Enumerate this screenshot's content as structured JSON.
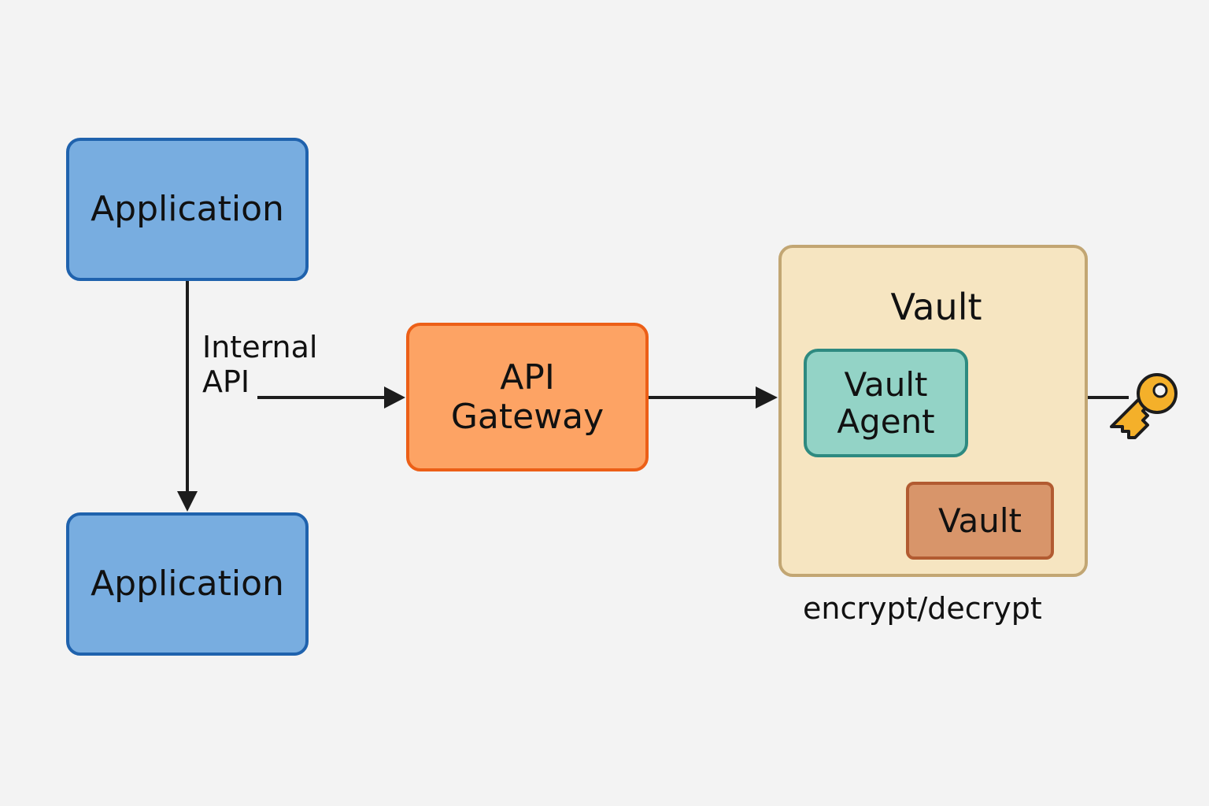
{
  "nodes": {
    "app_top": "Application",
    "app_bottom": "Application",
    "gateway_line1": "API",
    "gateway_line2": "Gateway",
    "vault_container_title": "Vault",
    "vault_agent_line1": "Vault",
    "vault_agent_line2": "Agent",
    "vault_inner": "Vault"
  },
  "labels": {
    "internal_api_line1": "Internal",
    "internal_api_line2": "API",
    "encrypt_decrypt": "encrypt/decrypt"
  },
  "icons": {
    "key": "key-icon"
  },
  "colors": {
    "background": "#f3f3f3",
    "application_fill": "#78ade0",
    "application_border": "#1f62ad",
    "gateway_fill": "#fda364",
    "gateway_border": "#ec5f17",
    "vault_container_fill": "#f6e5c1",
    "vault_container_border": "#c2a673",
    "vault_agent_fill": "#93d3c6",
    "vault_agent_border": "#2e8a80",
    "vault_inner_fill": "#d8956a",
    "vault_inner_border": "#b25b31",
    "key": "#f4b02a",
    "connector": "#1c1c1c"
  }
}
